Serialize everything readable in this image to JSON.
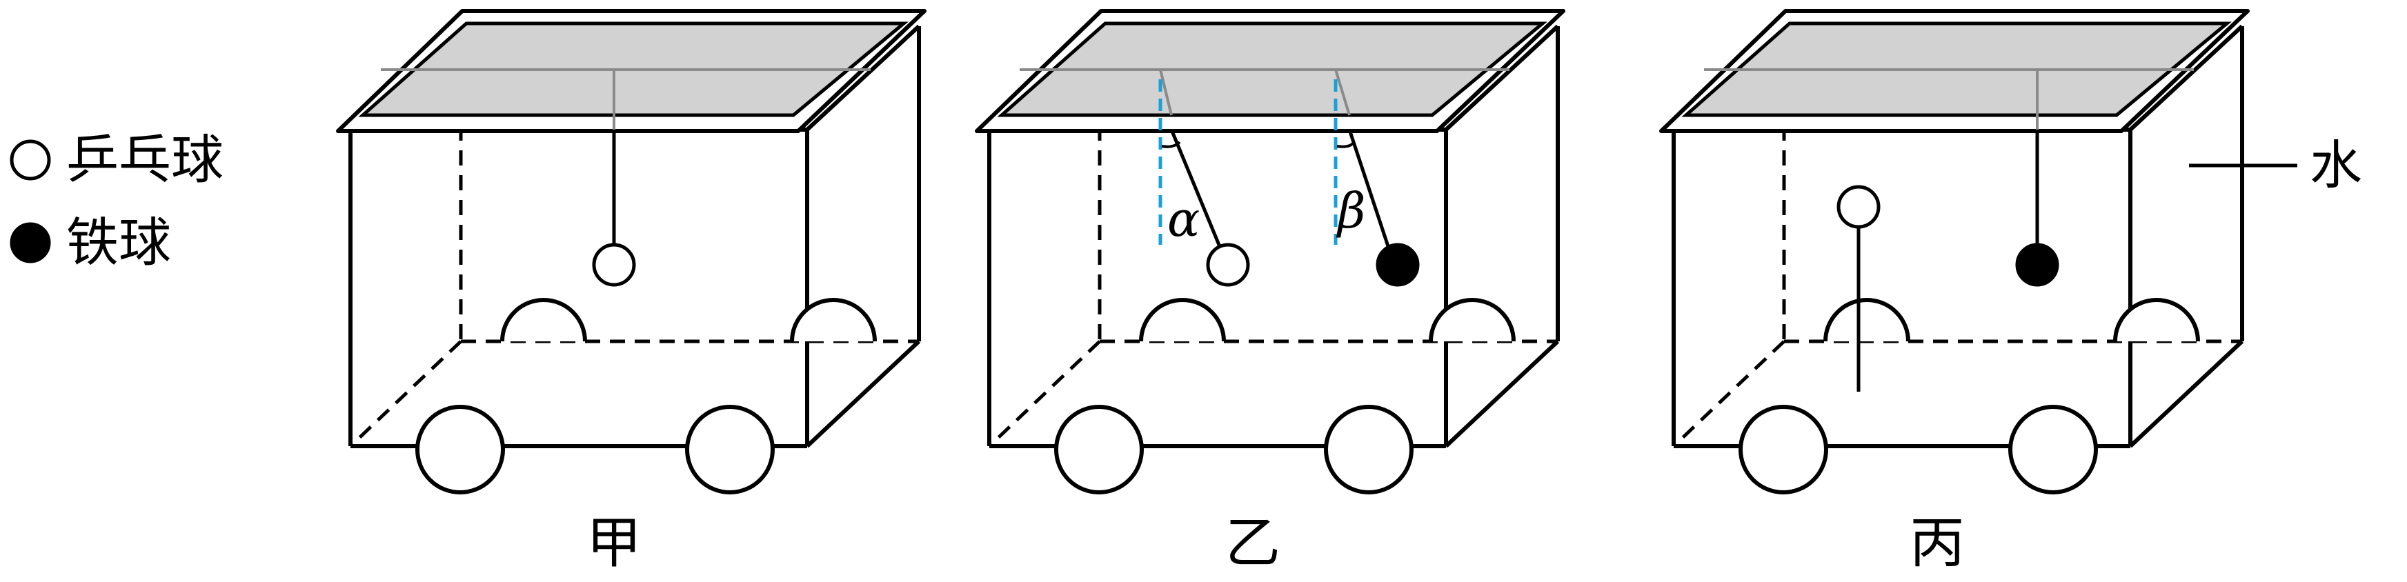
{
  "legend": {
    "pingpong_label": "乒乓球",
    "iron_label": "铁球"
  },
  "water_label": "水",
  "carts": [
    {
      "label": "甲"
    },
    {
      "label": "乙",
      "angle_labels": [
        "α",
        "β"
      ]
    },
    {
      "label": "丙"
    }
  ],
  "colors": {
    "lid": "#d2d2d2",
    "angle_guide": "#1aa0d8"
  }
}
